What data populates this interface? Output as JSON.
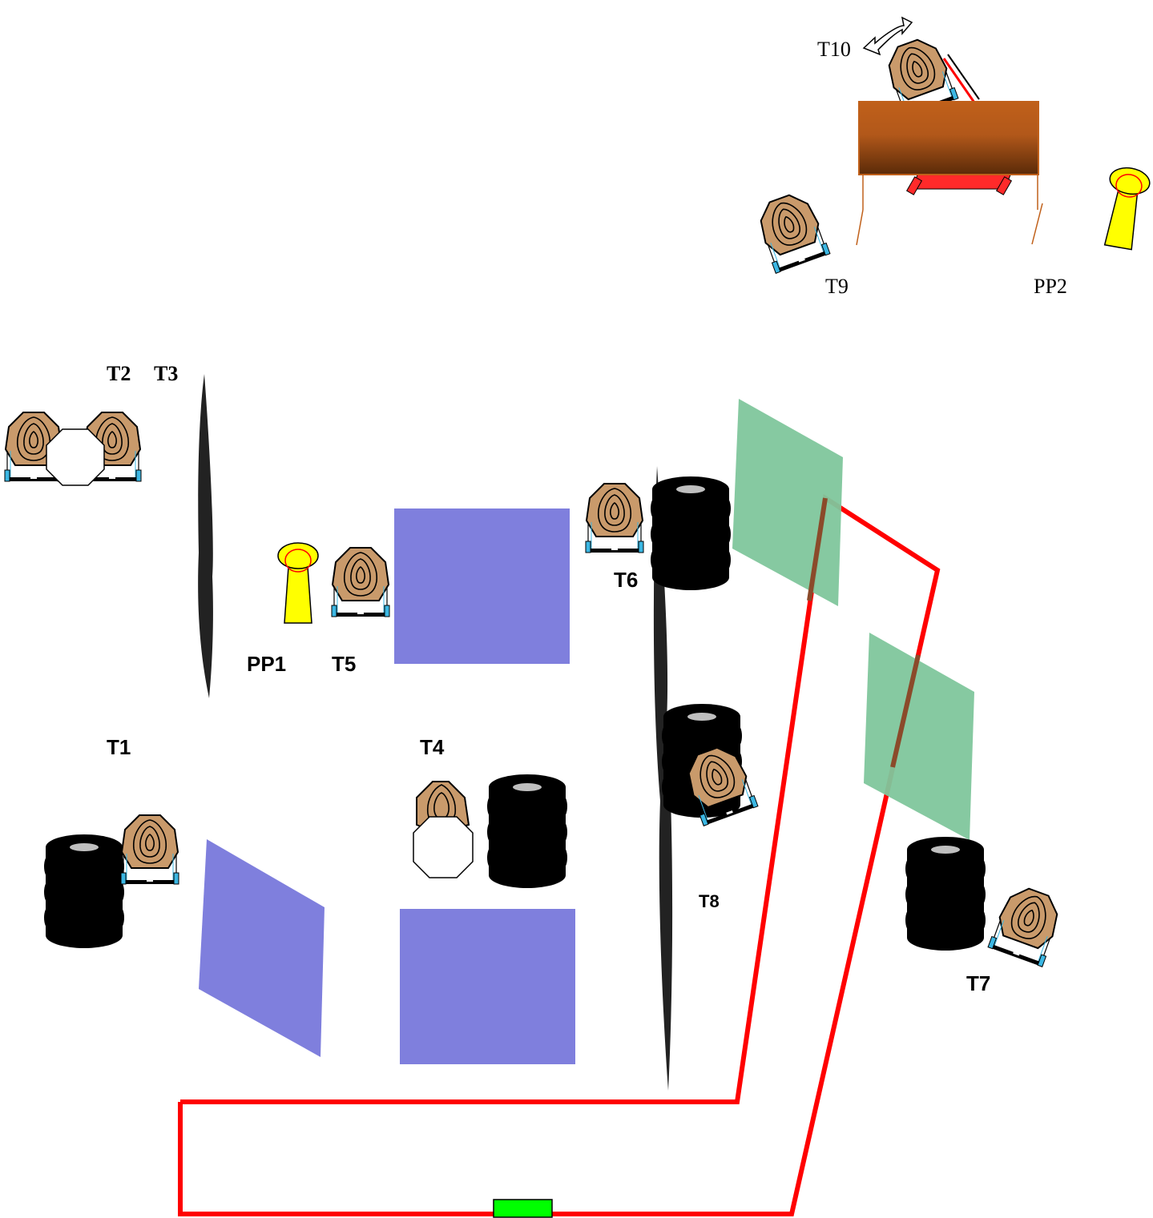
{
  "labels": {
    "t1": "T1",
    "t2": "T2",
    "t3": "T3",
    "t4": "T4",
    "t5": "T5",
    "t6": "T6",
    "t7": "T7",
    "t8": "T8",
    "t9": "T9",
    "t10": "T10",
    "pp1": "PP1",
    "pp2": "PP2"
  },
  "colors": {
    "target_fill": "#c99a6b",
    "target_stroke": "#000000",
    "target_stand_leg": "#3bb7e3",
    "no_shoot_fill": "#ffffff",
    "barrel_fill": "#000000",
    "barrel_top": "#bfbfbf",
    "popper_fill": "#ffff00",
    "popper_ring": "#ff0000",
    "blue_wall": "#7f7fdd",
    "green_wall": "#80c69c",
    "fault_line": "#ff0000",
    "start_box": "#00ff00",
    "table_top": "#c0601a",
    "table_bottom": "#5a2a08",
    "vision_barrier": "#222222"
  },
  "icons": {
    "target": "cardboard-target-icon",
    "no_shoot": "no-shoot-target-icon",
    "barrel": "tire-stack-icon",
    "popper": "popper-icon",
    "swinger": "swinger-arrow-icon",
    "table": "table-icon",
    "start": "start-position-icon"
  }
}
